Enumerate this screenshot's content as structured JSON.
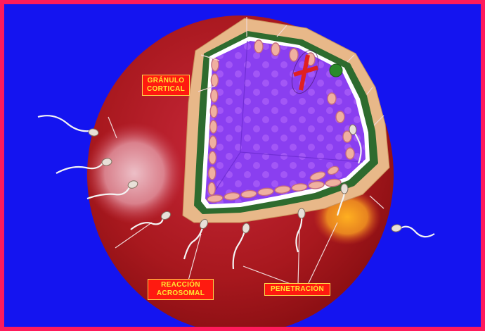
{
  "labels": {
    "granulo_cortical": "GRÁNULO\nCORTICAL",
    "reaccion_acrosomal": "REACCIÓN\nACROSOMAL",
    "penetracion": "PENETRACIÓN"
  },
  "colors": {
    "frame_border": "#ff1a5c",
    "background": "#1414f0",
    "zona_pellucida": "#b01c28",
    "corona_cells": "#e8a0a8",
    "perivitelline": "#e8b889",
    "membrane": "#2e6b2e",
    "cytoplasm": "#8a3ff0",
    "cortical_granule": "#f0b0a0",
    "label_bg": "#ff1a10",
    "label_text": "#ffe632"
  }
}
